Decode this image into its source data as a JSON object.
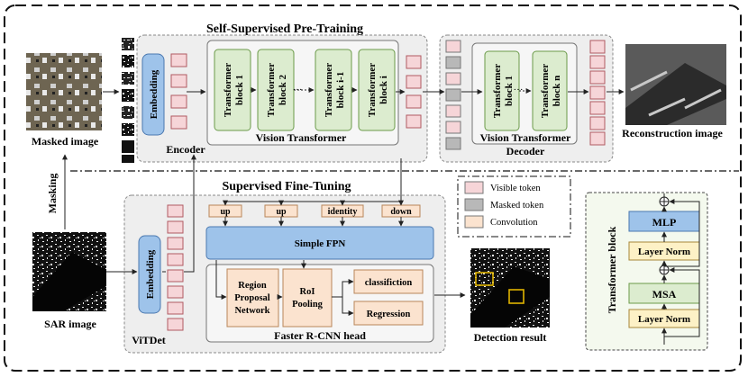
{
  "titles": {
    "pretrain": "Self-Supervised Pre-Training",
    "finetune": "Supervised Fine-Tuning"
  },
  "images": {
    "masked": "Masked image",
    "reconstruction": "Reconstruction image",
    "sar": "SAR image",
    "detection": "Detection result"
  },
  "arrows": {
    "masking": "Masking"
  },
  "encoder": {
    "embedding": "Embedding",
    "label": "Encoder",
    "vit_label": "Vision Transformer",
    "blocks": [
      {
        "line1": "Transformer",
        "line2": "block 1"
      },
      {
        "line1": "Transformer",
        "line2": "block 2"
      },
      {
        "line1": "Transformer",
        "line2": "block i-1"
      },
      {
        "line1": "Transformer",
        "line2": "block i"
      }
    ]
  },
  "decoder": {
    "label": "Decoder",
    "vit_label": "Vision Transformer",
    "blocks": [
      {
        "line1": "Transformer",
        "line2": "block 1"
      },
      {
        "line1": "Transformer",
        "line2": "block n"
      }
    ]
  },
  "vitdet": {
    "label": "ViTDet",
    "embedding": "Embedding",
    "scale_ops": [
      "up",
      "up",
      "identity",
      "down"
    ],
    "fpn": "Simple FPN",
    "rpn": [
      "Region",
      "Proposal",
      "Network"
    ],
    "roi": [
      "RoI",
      "Pooling"
    ],
    "classification": "classifiction",
    "regression": "Regression",
    "head_label": "Faster R-CNN head"
  },
  "legend": [
    {
      "label": "Visible token",
      "color": "#f6d5d8"
    },
    {
      "label": "Masked token",
      "color": "#b8b8b8"
    },
    {
      "label": "Convolution",
      "color": "#fbe3cf"
    }
  ],
  "transformer_block": {
    "title": "Transformer block",
    "mlp": "MLP",
    "norm_top": "Layer Norm",
    "msa": "MSA",
    "norm_bottom": "Layer Norm"
  },
  "colors": {
    "visible_token": "#f6d5d8",
    "masked_token": "#b8b8b8",
    "convolution": "#fbe3cf",
    "embedding": "#9ec3ea",
    "transformer_block": "#dceccf",
    "fpn": "#9ec3ea",
    "panel": "#eeeeee"
  }
}
